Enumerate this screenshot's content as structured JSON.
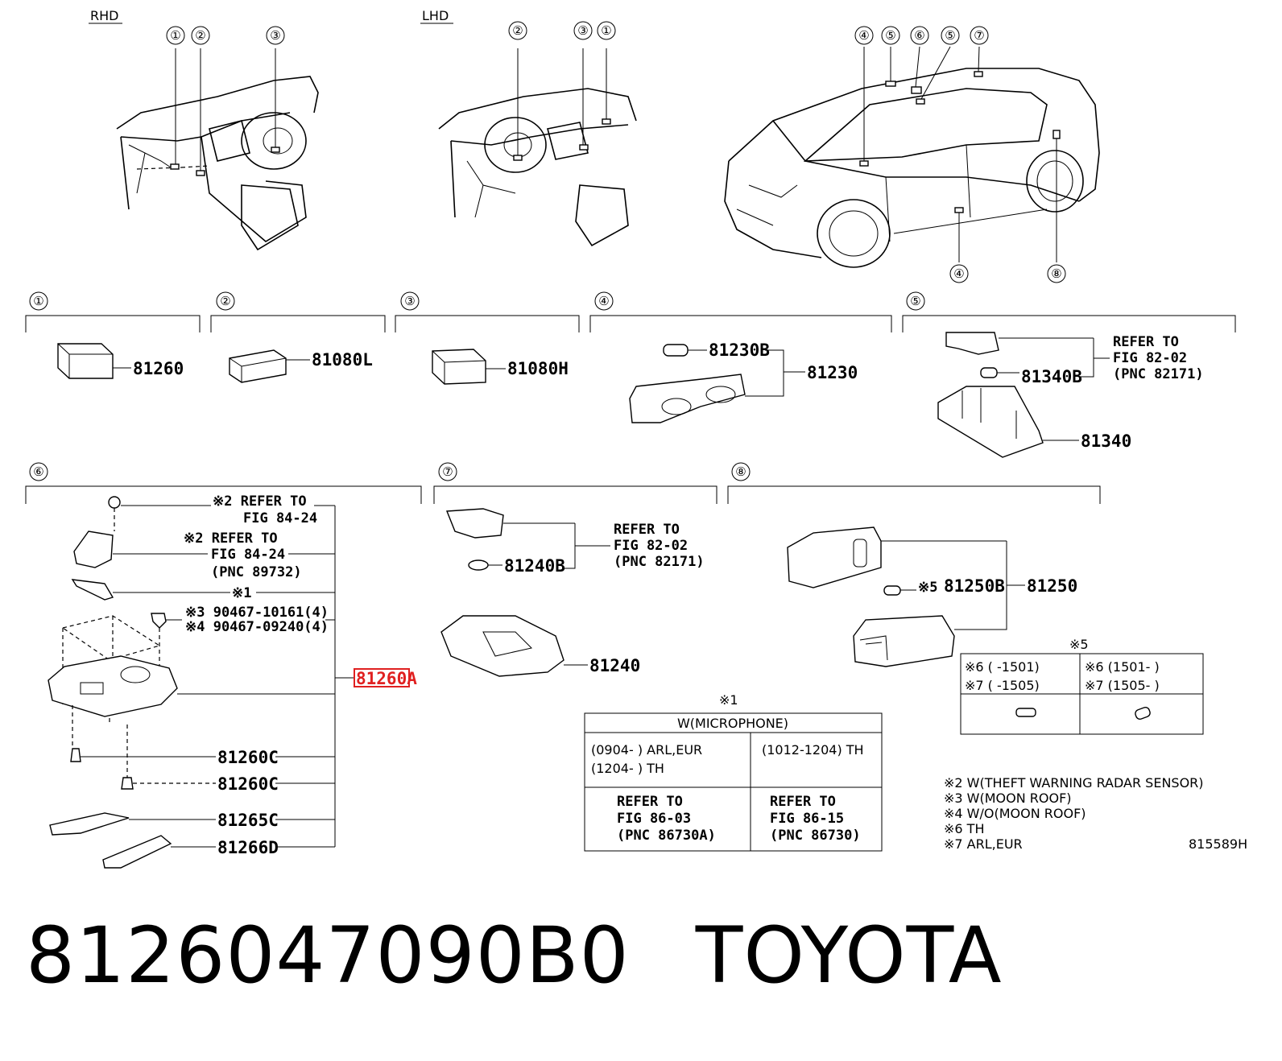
{
  "headers": {
    "rhd": "RHD",
    "lhd": "LHD"
  },
  "markers": [
    "①",
    "②",
    "③",
    "④",
    "⑤",
    "⑥",
    "⑦",
    "⑧"
  ],
  "sec1": {
    "part": "81260"
  },
  "sec2": {
    "part": "81080L"
  },
  "sec3": {
    "part": "81080H"
  },
  "sec4": {
    "bulb": "81230B",
    "assy": "81230"
  },
  "sec5": {
    "bulb": "81340B",
    "assy": "81340",
    "refer1": "REFER TO",
    "refer2": "FIG 82-02",
    "refer3": "(PNC 82171)"
  },
  "sec6": {
    "r1a": "※2 REFER TO",
    "r1b": "FIG 84-24",
    "r2a": "※2  REFER TO",
    "r2b": "FIG 84-24",
    "r2c": "(PNC 89732)",
    "r3": "※1",
    "r4": "※3 90467-10161(4)",
    "r5": "※4 90467-09240(4)",
    "highlight": "81260A",
    "p1": "81260C",
    "p2": "81260C",
    "p3": "81265C",
    "p4": "81266D"
  },
  "sec7": {
    "refer1": "REFER TO",
    "refer2": "FIG 82-02",
    "refer3": "(PNC 82171)",
    "bulb": "81240B",
    "assy": "81240"
  },
  "sec8": {
    "bulb": "81250B",
    "assy": "81250",
    "note": "※5"
  },
  "table5": {
    "title": "※5",
    "r1c1": "※6 (      -1501)",
    "r1c2": "※6 (1501-      )",
    "r2c1": "※7 (      -1505)",
    "r2c2": "※7 (1505-      )"
  },
  "table1": {
    "title": "※1",
    "header": "W(MICROPHONE)",
    "l1": "(0904-      ) ARL,EUR",
    "l2": "(1204-      ) TH",
    "r1": "(1012-1204) TH",
    "la": "REFER TO",
    "lb": "FIG 86-03",
    "lc": "(PNC 86730A)",
    "ra": "REFER TO",
    "rb": "FIG 86-15",
    "rc": "(PNC 86730)"
  },
  "legend": [
    "※2 W(THEFT WARNING RADAR SENSOR)",
    "※3 W(MOON ROOF)",
    "※4 W/O(MOON ROOF)",
    "※6 TH",
    "※7 ARL,EUR"
  ],
  "figure_code": "815589H",
  "footer": {
    "part_number": "8126047090B0",
    "brand": "TOYOTA"
  },
  "colors": {
    "highlight": "#e02020"
  }
}
